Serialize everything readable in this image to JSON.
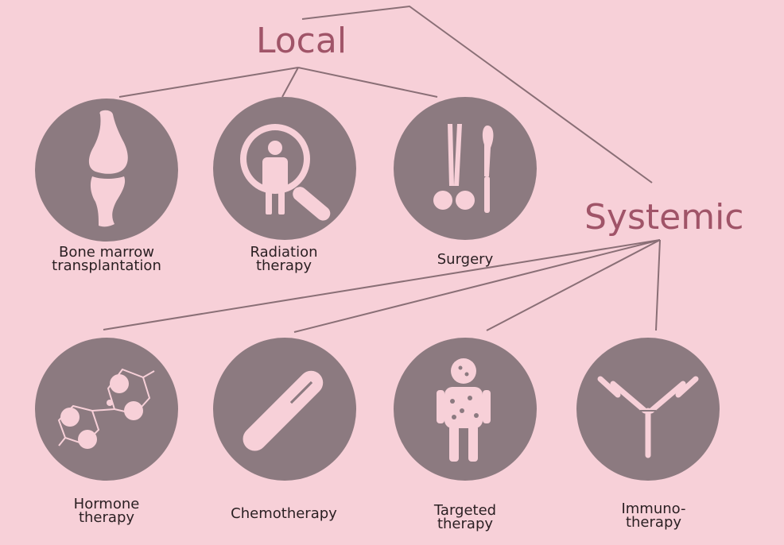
{
  "headings": {
    "local": "Local",
    "systemic": "Systemic"
  },
  "treatments": {
    "bone_marrow": {
      "line1": "Bone marrow",
      "line2": "transplantation",
      "icon": "bone-joint-icon"
    },
    "radiation": {
      "line1": "Radiation",
      "line2": "therapy",
      "icon": "magnifier-person-icon"
    },
    "surgery": {
      "line1": "Surgery",
      "icon": "surgical-tools-icon"
    },
    "hormone": {
      "line1": "Hormone",
      "line2": "therapy",
      "icon": "molecule-icon"
    },
    "chemo": {
      "line1": "Chemotherapy",
      "icon": "test-tube-icon"
    },
    "targeted": {
      "line1": "Targeted",
      "line2": "therapy",
      "icon": "body-cells-icon"
    },
    "immuno": {
      "line1": "Immuno-",
      "line2": "therapy",
      "icon": "antibody-icon"
    }
  },
  "colors": {
    "background": "#f7d0d8",
    "circle": "#8c7a80",
    "heading": "#a05468",
    "icon": "#f7d0d8",
    "line": "#8a6f76"
  }
}
